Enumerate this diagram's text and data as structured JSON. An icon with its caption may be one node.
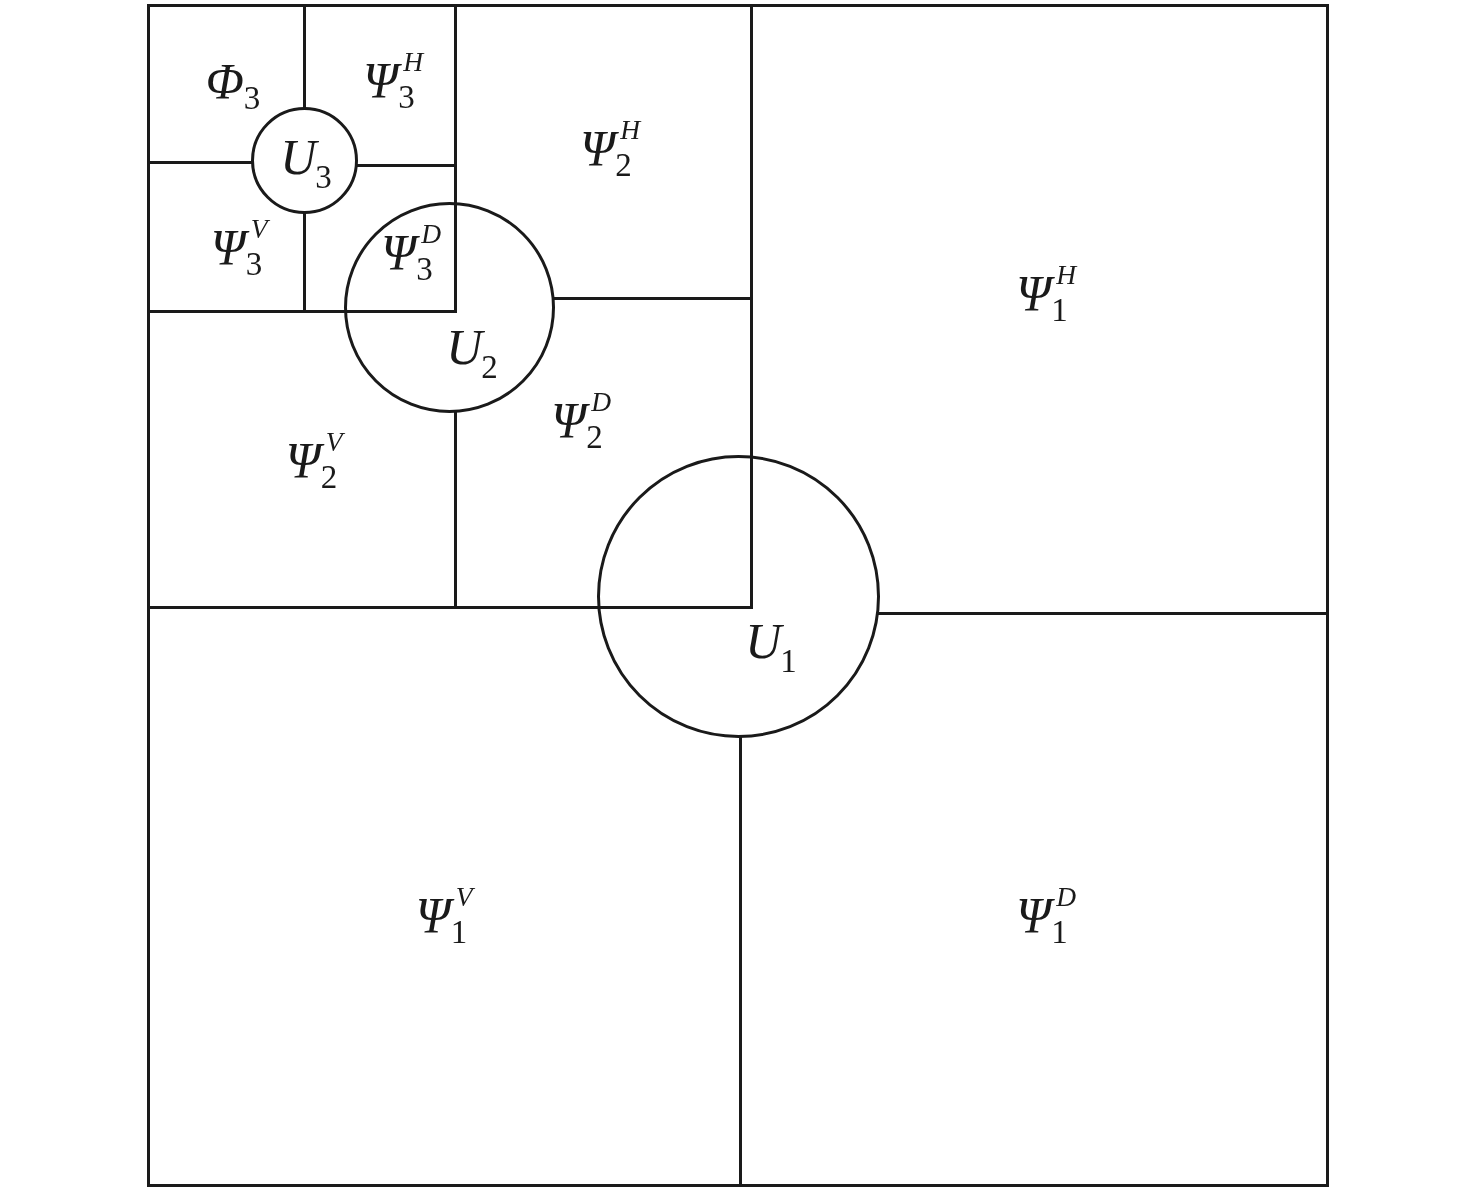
{
  "diagram": {
    "nodes": [
      {
        "text": [
          "Φ$_{3}$"
        ]
      },
      {
        "text": [
          "Ψ$_{3}$$^{H}$"
        ]
      },
      {
        "text": [
          "Ψ$_{2}$$^{H}$"
        ]
      },
      {
        "text": [
          "U$_{3}$"
        ]
      },
      {
        "text": [
          "Ψ$_{3}$$^{V}$"
        ]
      },
      {
        "text": [
          "Ψ$_{3}$$^{D}$"
        ]
      },
      {
        "text": [
          "Ψ$_{1}$$^{H}$"
        ]
      },
      {
        "text": [
          "U$_{2}$"
        ]
      },
      {
        "text": [
          "Ψ$_{2}$$^{V}$"
        ]
      },
      {
        "text": [
          "Ψ$_{2}$$^{D}$"
        ]
      },
      {
        "text": [
          "U$_{1}$"
        ]
      },
      {
        "text": [
          "Ψ$_{1}$$^{V}$"
        ]
      },
      {
        "text": [
          "Ψ$_{1}$$^{D}$"
        ]
      }
    ]
  }
}
